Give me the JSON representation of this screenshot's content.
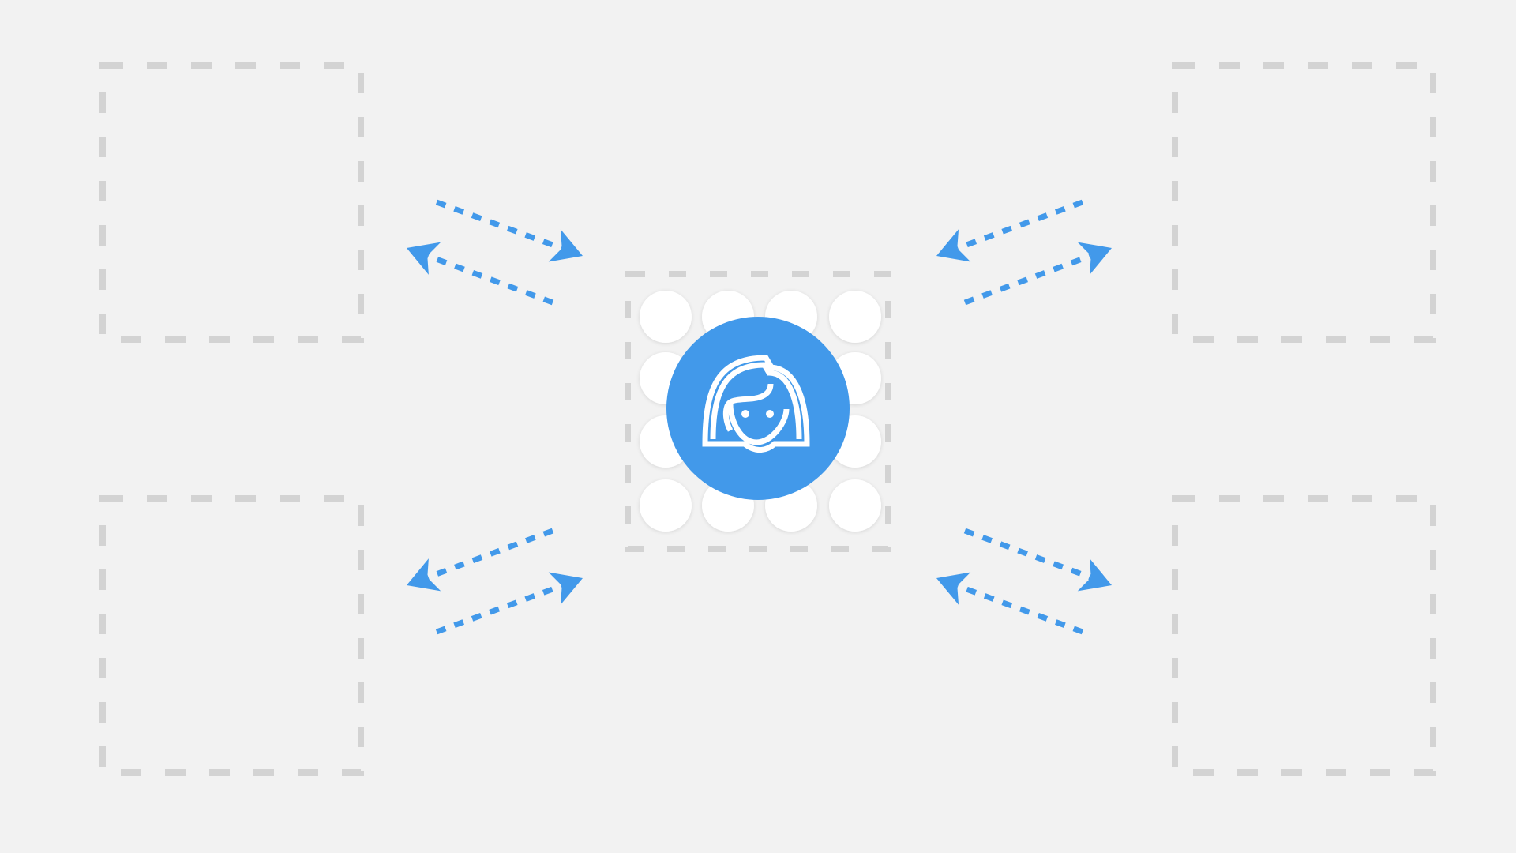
{
  "colors": {
    "background": "#f2f2f2",
    "dashed_box": "#d3d3d3",
    "accent": "#4299ea",
    "white": "#ffffff"
  },
  "diagram": {
    "corner_boxes": [
      "top-left",
      "top-right",
      "bottom-left",
      "bottom-right"
    ],
    "center_grid": {
      "rows": 4,
      "columns": 4
    },
    "center_icon": "person-icon",
    "connections": [
      {
        "box": "top-left",
        "arrows": [
          "to-center",
          "to-box"
        ]
      },
      {
        "box": "top-right",
        "arrows": [
          "to-center",
          "to-box"
        ]
      },
      {
        "box": "bottom-left",
        "arrows": [
          "to-box",
          "to-center"
        ]
      },
      {
        "box": "bottom-right",
        "arrows": [
          "to-box",
          "to-center"
        ]
      }
    ]
  }
}
